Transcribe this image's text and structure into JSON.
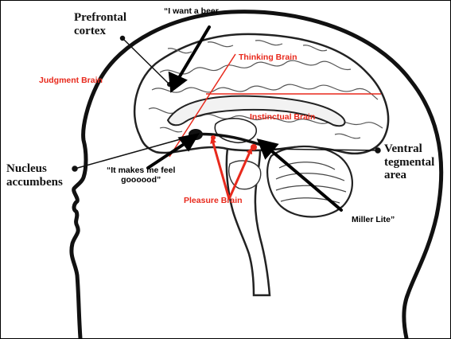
{
  "anatomy_labels": {
    "prefrontal_line1": "Prefrontal",
    "prefrontal_line2": "cortex",
    "nucleus_line1": "Nucleus",
    "nucleus_line2": "accumbens",
    "ventral_line1": "Ventral",
    "ventral_line2": "tegmental",
    "ventral_line3": "area"
  },
  "region_labels": {
    "thinking": "Thinking Brain",
    "judgment": "Judgment Brain",
    "instinctual": "Instinctual Brain",
    "pleasure": "Pleasure Brain"
  },
  "quotes": {
    "beer": "“I want a beer",
    "feel_line1": "“It makes me feel",
    "feel_line2": "goooood”",
    "miller": "Miller Lite”"
  },
  "colors": {
    "region_label": "#e8291c",
    "quote_arrow": "#000000",
    "anatomy_outline": "#111111"
  }
}
